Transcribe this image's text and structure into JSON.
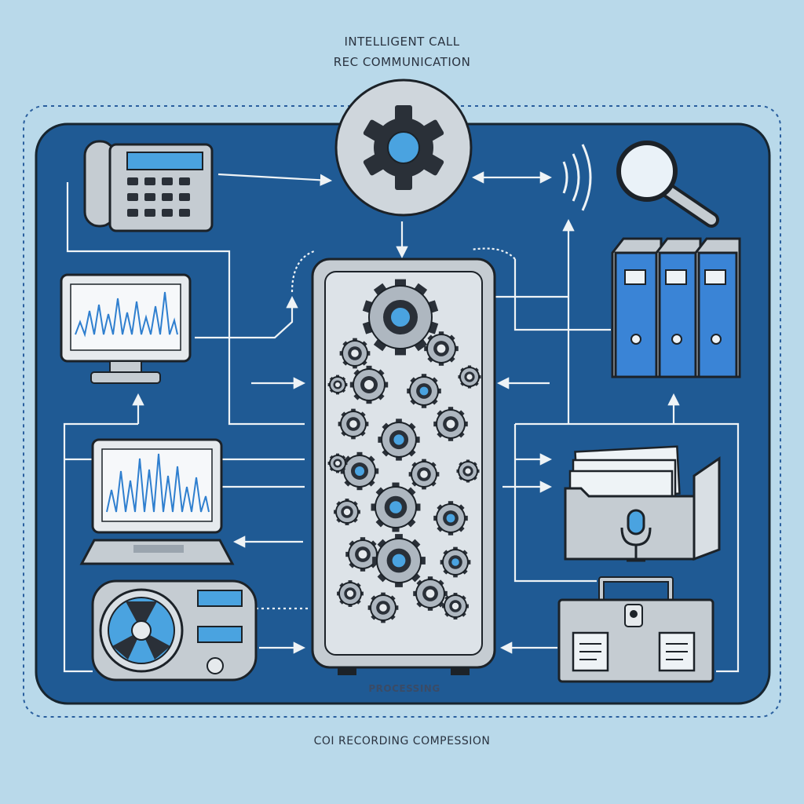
{
  "header": {
    "title_line1": "INTELLIGENT CALL",
    "title_line2": "REC COMMUNICATION"
  },
  "engine": {
    "label": "PROCESSING"
  },
  "footer": {
    "caption": "COI RECORDING COMPESSION"
  },
  "colors": {
    "background": "#b9d9ea",
    "panel": "#1f5a94",
    "panel_border": "#17252f",
    "device_fill": "#c5ccd2",
    "accent_blue": "#4aa3e0",
    "outline": "#1c2228",
    "connector": "#eef3f6"
  },
  "icons": [
    "desk-phone-icon",
    "monitor-icon",
    "laptop-icon",
    "disc-player-icon",
    "gear-icon",
    "signal-waves-icon",
    "magnifier-icon",
    "binders-icon",
    "file-folder-icon",
    "microphone-icon",
    "briefcase-icon",
    "server-icon"
  ]
}
